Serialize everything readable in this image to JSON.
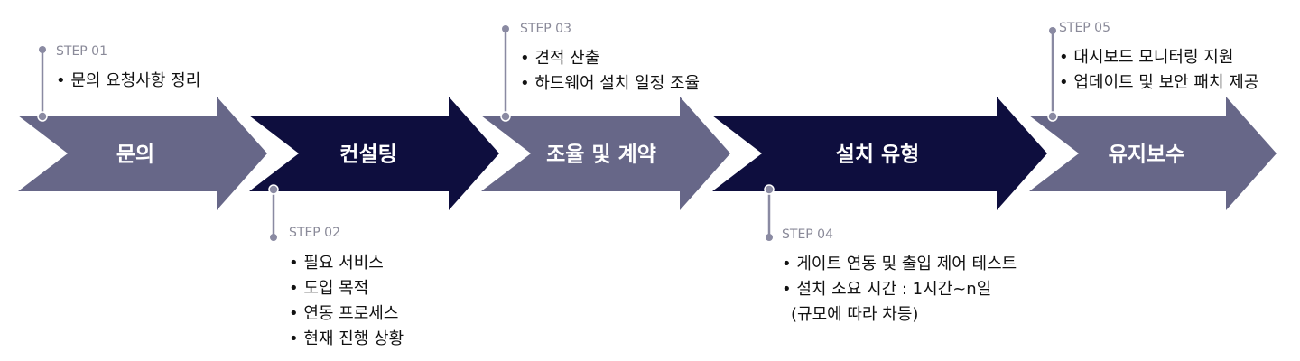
{
  "colors": {
    "light_chevron": "#676788",
    "dark_chevron": "#0e0e3e",
    "connector": "#8a8aa2",
    "step_text": "#8a8a99",
    "body_text": "#111111"
  },
  "steps": [
    {
      "chevron_label": "문의",
      "step_label": "STEP 01",
      "items": [
        "문의 요청사항 정리"
      ]
    },
    {
      "chevron_label": "컨설팅",
      "step_label": "STEP 02",
      "items": [
        "필요 서비스",
        "도입 목적",
        "연동 프로세스",
        "현재 진행 상황"
      ]
    },
    {
      "chevron_label": "조율 및 계약",
      "step_label": "STEP 03",
      "items": [
        "견적 산출",
        "하드웨어 설치 일정 조율"
      ]
    },
    {
      "chevron_label": "설치 유형",
      "step_label": "STEP 04",
      "items": [
        "게이트 연동 및 출입 제어 테스트",
        "설치 소요 시간 : 1시간~n일"
      ],
      "continuation": "(규모에 따라 차등)"
    },
    {
      "chevron_label": "유지보수",
      "step_label": "STEP 05",
      "items": [
        "대시보드 모니터링 지원",
        "업데이트 및 보안 패치 제공"
      ]
    }
  ]
}
